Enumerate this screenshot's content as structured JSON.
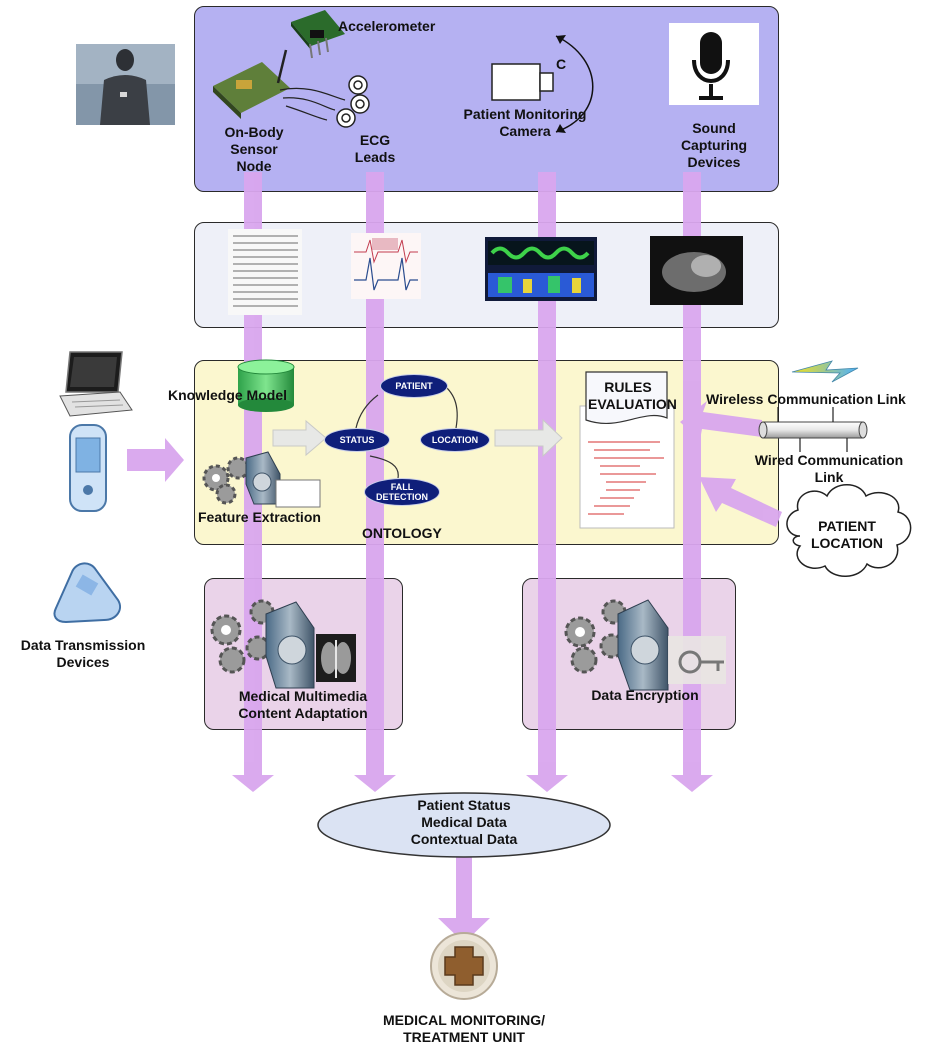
{
  "sensors": {
    "accelerometer": "Accelerometer",
    "on_body_node": [
      "On-Body",
      "Sensor",
      "Node"
    ],
    "ecg": [
      "ECG",
      "Leads"
    ],
    "camera": [
      "Patient Monitoring",
      "Camera"
    ],
    "camera_letter": "C",
    "sound": [
      "Sound",
      "Capturing",
      "Devices"
    ]
  },
  "ontology_panel": {
    "knowledge_model": "Knowledge Model",
    "feature_extraction": "Feature Extraction",
    "ontology": "ONTOLOGY",
    "nodes": {
      "patient": "PATIENT",
      "status": "STATUS",
      "location": "LOCATION",
      "fall_detection": [
        "FALL",
        "DETECTION"
      ]
    },
    "rules": [
      "RULES",
      "EVALUATION"
    ]
  },
  "links": {
    "wireless": "Wireless Communication Link",
    "wired": [
      "Wired Communication",
      "Link"
    ],
    "patient_location": [
      "PATIENT",
      "LOCATION"
    ]
  },
  "devices_label": [
    "Data Transmission",
    "Devices"
  ],
  "adaptation": [
    "Medical Multimedia",
    "Content Adaptation"
  ],
  "encryption": "Data Encryption",
  "output": [
    "Patient Status",
    "Medical Data",
    "Contextual Data"
  ],
  "unit": [
    "MEDICAL MONITORING/",
    "TREATMENT UNIT"
  ],
  "colors": {
    "sensor_panel": "#b5b1f2",
    "signal_panel": "#eef0f8",
    "ontology_panel": "#fbf7cf",
    "process_panel": "#ead3e9",
    "arrow": "#d9a6ee",
    "ellipse": "#dbe3f3",
    "node": "#0f1f7a"
  }
}
